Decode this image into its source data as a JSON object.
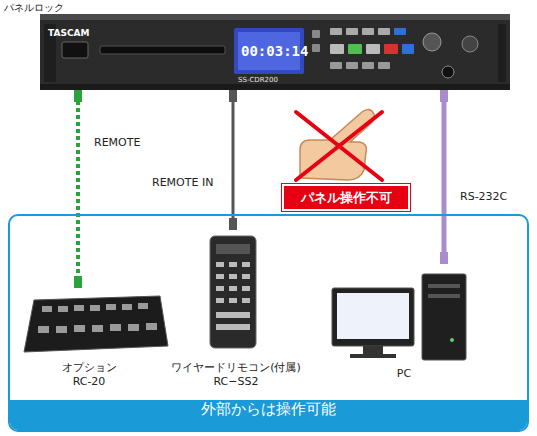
{
  "diagram": {
    "title": "パネルロック",
    "nodes": [
      {
        "text": [
          "TASCAM",
          "SS-CDR200"
        ]
      },
      {
        "text": [
          "パネル操作不可"
        ]
      },
      {
        "text": [
          "外部からは操作可能"
        ]
      },
      {
        "text": [
          "オプション RC-20"
        ],
        "in": 2
      },
      {
        "text": [
          "ワイヤードリモコン(付属) RC−SS2"
        ],
        "in": 2
      },
      {
        "text": [
          "PC"
        ],
        "in": 2
      }
    ],
    "edges": [
      {
        "from": 3,
        "to": 0,
        "arrow": "none",
        "label": "REMOTE"
      },
      {
        "from": 4,
        "to": 0,
        "arrow": "none",
        "label": "REMOTE IN"
      },
      {
        "from": 5,
        "to": 0,
        "arrow": "none",
        "label": "RS-232C"
      }
    ],
    "labels": [
      "00:03:14"
    ]
  }
}
